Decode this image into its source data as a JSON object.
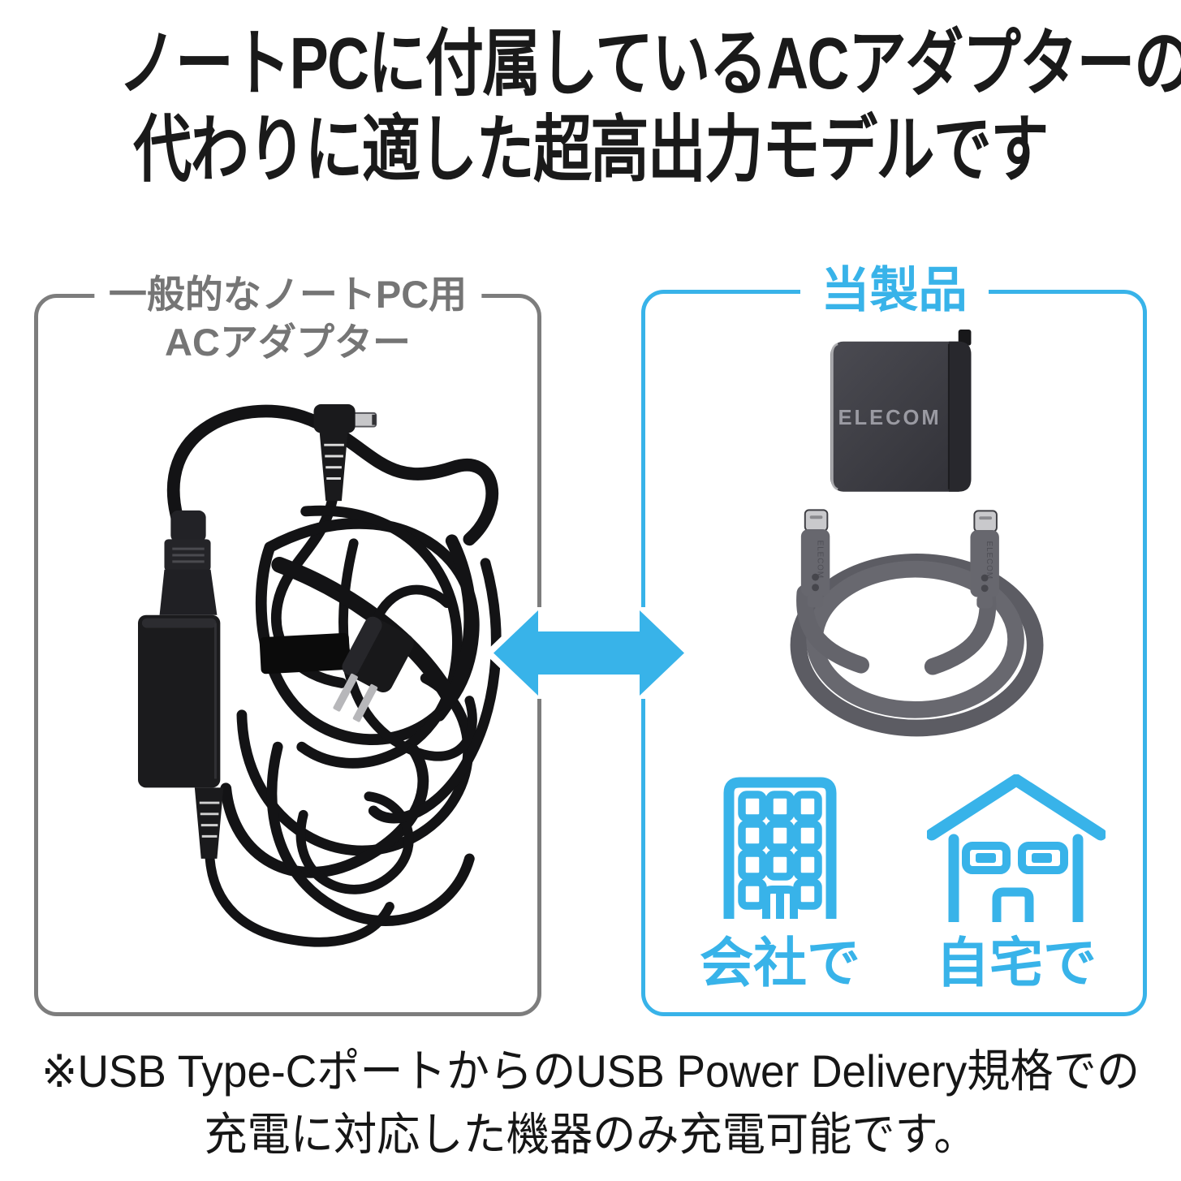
{
  "headline": {
    "line1": "ノートPCに付属しているACアダプターの",
    "line2": "代わりに適した超高出力モデルです"
  },
  "left_panel": {
    "title_line1": "一般的なノートPC用",
    "title_line2": "ACアダプター",
    "photo": "tangled-laptop-ac-adapter-photo"
  },
  "right_panel": {
    "title": "当製品",
    "charger_logo": "ELECOM",
    "cable_logo": "ELECOM",
    "usage": [
      {
        "icon": "office-building-icon",
        "label": "会社で"
      },
      {
        "icon": "home-icon",
        "label": "自宅で"
      }
    ]
  },
  "footnote": {
    "line1": "※USB Type-CポートからのUSB Power Delivery規格での",
    "line2": "充電に対応した機器のみ充電可能です。"
  },
  "colors": {
    "accent_cyan": "#38b3e9",
    "panel_border_gray": "#7d7d7d",
    "label_gray": "#757575",
    "text_black": "#1a1a1a",
    "charger_body": "#3a3a40",
    "cable_gray": "#63636b"
  }
}
